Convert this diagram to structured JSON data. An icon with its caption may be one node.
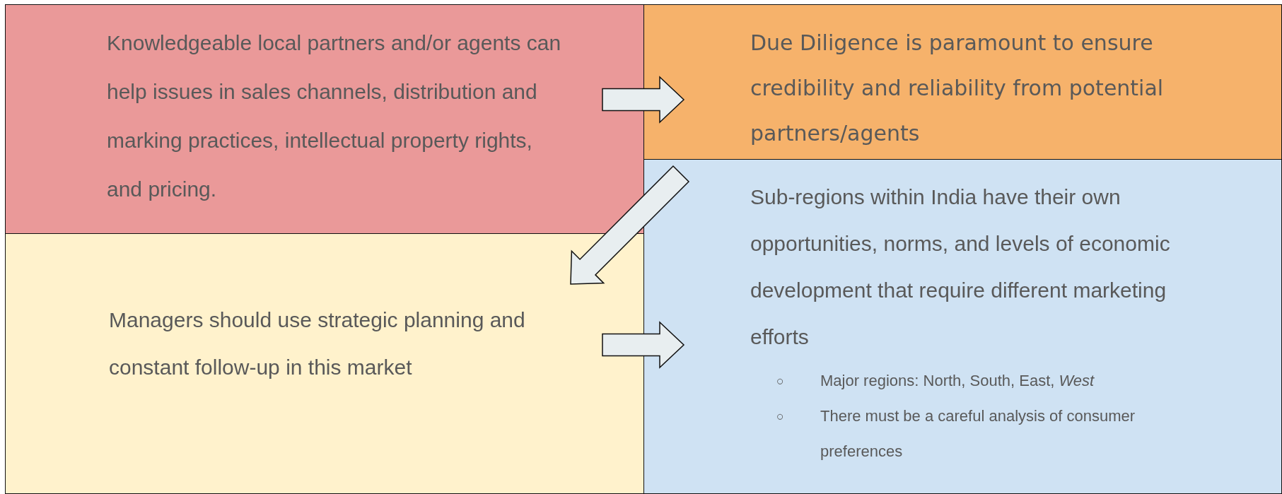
{
  "diagram": {
    "nodes": [
      {
        "text": [
          "Knowledgeable local partners and/or agents can help issues in sales channels, distribution and marking practices, intellectual property rights, and pricing."
        ]
      },
      {
        "text": [
          "Due Diligence is paramount to ensure credibility and reliability from potential partners/agents"
        ]
      },
      {
        "text": [
          "Managers should use strategic planning and constant follow-up in this market"
        ]
      },
      {
        "text": [
          "Sub-regions within India have their own opportunities, norms, and levels of economic development that require different marketing efforts",
          "Major regions: North, South, East, *West*",
          "There must be a careful analysis of consumer preferences"
        ]
      }
    ],
    "edges": [
      {
        "from": 0,
        "to": 1,
        "arrow": "to"
      },
      {
        "from": 1,
        "to": 2,
        "arrow": "to"
      },
      {
        "from": 2,
        "to": 3,
        "arrow": "to"
      }
    ],
    "labels": [
      "○",
      "○"
    ]
  }
}
